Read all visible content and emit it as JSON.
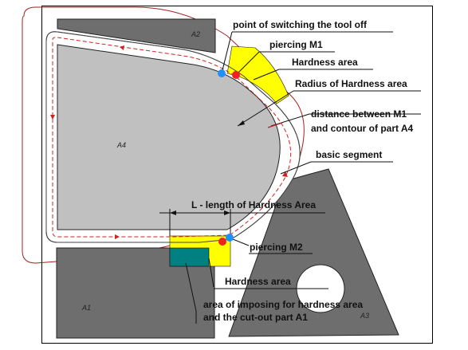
{
  "labels": {
    "switch_off": "point   of switching the tool off",
    "piercing_m1": "piercing M1",
    "hardness_area_top": "Hardness area",
    "radius_hardness": "Radius of Hardness area",
    "distance_line1": "distance between M1",
    "distance_line2": "and contour of part A4",
    "basic_segment": "basic segment",
    "length_hardness": "L - length of Hardness Area",
    "piercing_m2": "piercing M2",
    "hardness_area_bottom": "Hardness area",
    "imposing_line1": "area of imposing for hardness area",
    "imposing_line2": "and the cut-out part A1"
  },
  "parts": {
    "a1": "A1",
    "a2": "A2",
    "a3": "A3",
    "a4": "A4"
  },
  "colors": {
    "frame": "#000000",
    "part_dark": "#6e6e6e",
    "part_light": "#c0c0c0",
    "hardness": "#ffff00",
    "imposing": "#008080",
    "toolpath": "#cc2222",
    "contour_gap": "#c02020",
    "pierce_point": "#ee2222",
    "switch_point": "#1e90ff"
  }
}
